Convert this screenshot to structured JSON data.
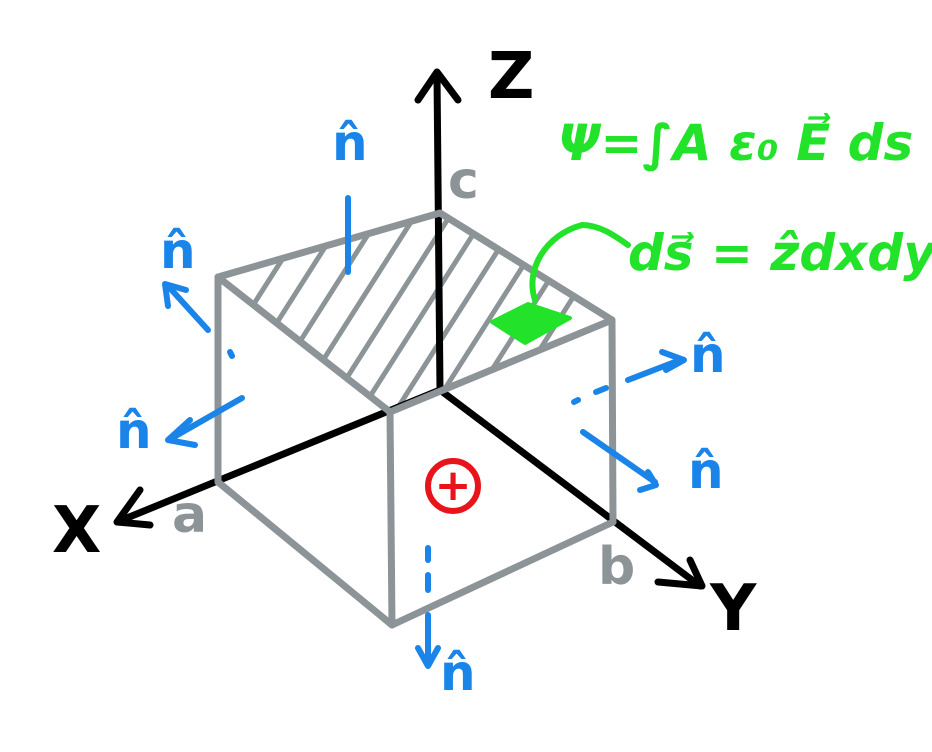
{
  "axes": {
    "x": "X",
    "y": "Y",
    "z": "Z"
  },
  "corners": {
    "a": "a",
    "b": "b",
    "c": "c"
  },
  "normal_label": "n̂",
  "equations": {
    "flux": "Ψ=∫A ε₀ E⃗ ds",
    "surface_element": "ds⃗ = ẑdxdy"
  },
  "charge_symbol": "+",
  "colors": {
    "axes": "#000000",
    "box": "#8c9498",
    "normals": "#1a84e8",
    "equation": "#22e32a",
    "charge": "#e8141b"
  }
}
